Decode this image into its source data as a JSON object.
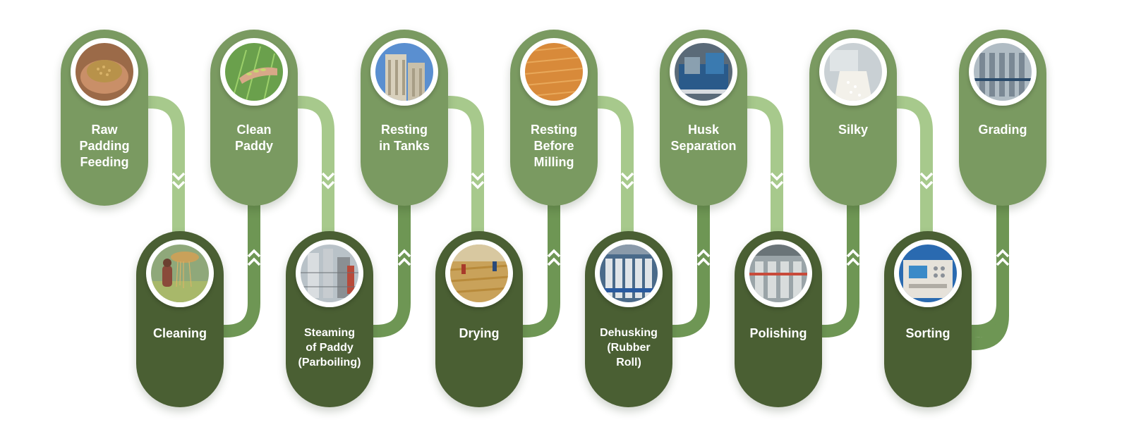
{
  "steps": [
    {
      "label": "Raw\nPadding\nFeeding",
      "photo": "grain-in-hands-photo"
    },
    {
      "label": "Cleaning",
      "photo": "winnowing-photo"
    },
    {
      "label": "Clean\nPaddy",
      "photo": "rice-plant-photo"
    },
    {
      "label": "Steaming\nof Paddy\n(Parboiling)",
      "photo": "steam-tanks-photo"
    },
    {
      "label": "Resting\nin Tanks",
      "photo": "storage-silos-photo"
    },
    {
      "label": "Drying",
      "photo": "drying-yard-photo"
    },
    {
      "label": "Resting\nBefore\nMilling",
      "photo": "paddy-heap-photo"
    },
    {
      "label": "Dehusking\n(Rubber\nRoll)",
      "photo": "dehusking-machines-photo"
    },
    {
      "label": "Husk\nSeparation",
      "photo": "separator-machine-photo"
    },
    {
      "label": "Polishing",
      "photo": "polishing-plant-photo"
    },
    {
      "label": "Silky",
      "photo": "white-rice-photo"
    },
    {
      "label": "Sorting",
      "photo": "sorting-machine-photo"
    },
    {
      "label": "Grading",
      "photo": "grading-line-photo"
    }
  ],
  "colors": {
    "top_pill": "#7a9a61",
    "bottom_pill": "#4a5f33",
    "connector_down": "#a7c98c",
    "connector_up": "#6e9654",
    "chevron": "#ffffff"
  }
}
